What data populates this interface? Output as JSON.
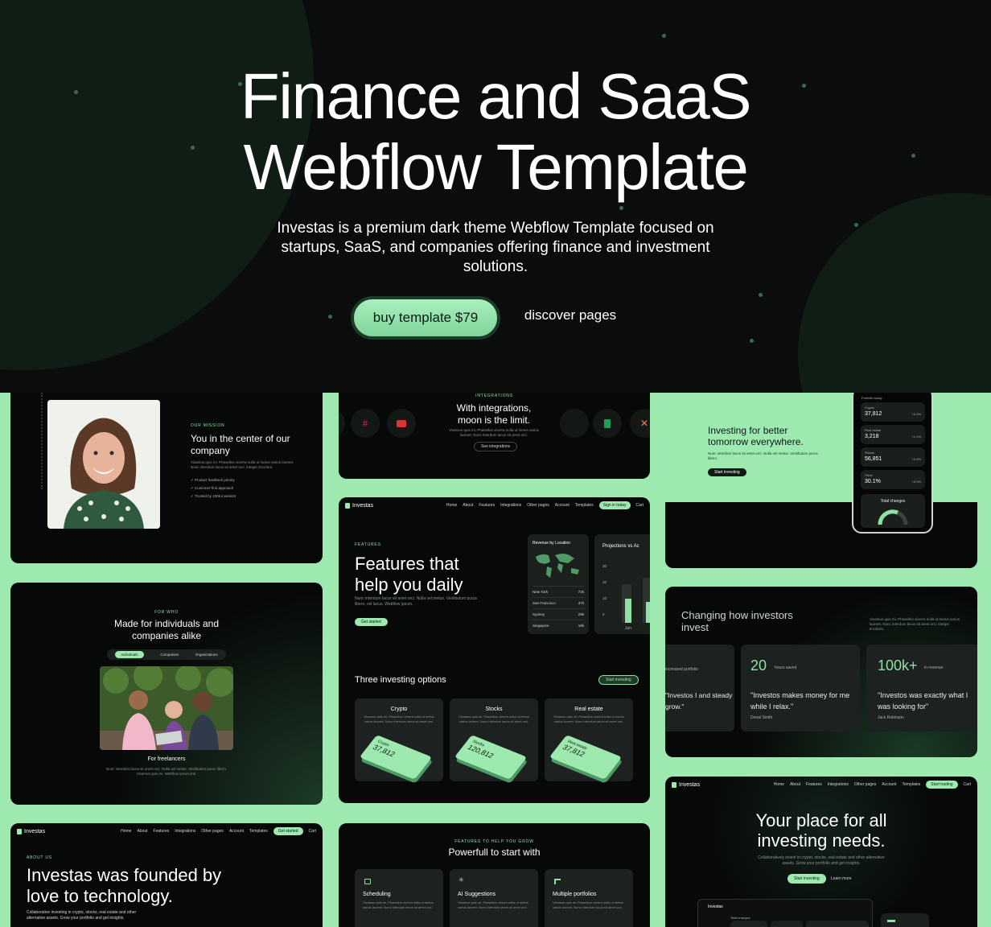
{
  "hero": {
    "title_line1": "Finance and SaaS",
    "title_line2": "Webflow Template",
    "subtitle": "Investas is a premium dark theme Webflow Template focused on startups, SaaS, and companies offering finance and investment solutions.",
    "buy_button": "buy template $79",
    "discover_link": "discover pages"
  },
  "card_company": {
    "eyebrow": "OUR MISSION",
    "title": "You in the center of our company",
    "body": "Vivamus quis mi. Phasellus viverra nulla ut metus varius laoreet. Nunc interdum lacus sit amet orci. Integer tincidunt.",
    "checks": [
      "Product feedback priority",
      "Customer-first approach",
      "Trusted by 100k investors"
    ]
  },
  "card_integrations": {
    "eyebrow": "INTEGRATIONS",
    "title": "With integrations, moon is the limit.",
    "body": "Vivamus quis mi. Phasellus viverra nulla ut metus varius laoreet. Nunc interdum lacus sit amet orci.",
    "button": "See integrations"
  },
  "card_investing": {
    "title": "Investing for better tomorrow everywhere.",
    "body": "Nunc interdum lacus sit amet orci. Nulla vel metus. Vestibulum purus libero.",
    "button": "Start investing",
    "phone": {
      "header": "Portfolio today",
      "rows": [
        {
          "label": "Crypto",
          "value": "37,812",
          "delta": "+2.4%"
        },
        {
          "label": "Real estate",
          "value": "3,218",
          "delta": "+1.1%"
        },
        {
          "label": "Stocks",
          "value": "56,851",
          "delta": "+0.8%"
        },
        {
          "label": "Other",
          "value": "30.1%",
          "delta": "+0.3%"
        }
      ],
      "footer": "Total changes"
    }
  },
  "card_features": {
    "nav": {
      "logo": "Investas",
      "links": [
        "Home",
        "About",
        "Features",
        "Integrations",
        "Other pages",
        "Account",
        "Templates"
      ],
      "cta": "Sign in today",
      "cart": "Cart"
    },
    "eyebrow": "FEATURES",
    "title": "Features that help you daily",
    "body": "Nunc interdum lacus sit amet orci. Nulla vel metus. Vestibulum purus libero, vel lacus. Webflow ipsum.",
    "button": "Get started",
    "revenue": {
      "title": "Revenue by Location",
      "rows": [
        [
          "New York",
          "72k"
        ],
        [
          "San Francisco",
          "37k"
        ],
        [
          "Sydney",
          "29k"
        ],
        [
          "Singapore",
          "18k"
        ]
      ]
    },
    "projections": {
      "title": "Projections vs Ac",
      "ticks": [
        "30",
        "20",
        "10",
        "0"
      ],
      "month": "Jun"
    },
    "options_title": "Three investing options",
    "options_button": "Start investing",
    "options": [
      {
        "title": "Crypto",
        "body": "Vivamus quis mi. Phasellus viverra nulla ut metus varius laoreet. Nunc interdum lacus sit amet orci.",
        "chip_label": "Crypto",
        "chip_value": "37,812"
      },
      {
        "title": "Stocks",
        "body": "Vivamus quis mi. Phasellus viverra nulla ut metus varius laoreet. Nunc interdum lacus sit amet orci.",
        "chip_label": "Stocks",
        "chip_value": "120,812"
      },
      {
        "title": "Real estate",
        "body": "Vivamus quis mi. Phasellus viverra nulla ut metus varius laoreet. Nunc interdum lacus sit amet orci.",
        "chip_label": "Real estate",
        "chip_value": "37,812"
      }
    ]
  },
  "card_made_for": {
    "eyebrow": "FOR WHO",
    "title": "Made for individuals and companies alike",
    "tabs": [
      "Individuals",
      "Companies",
      "Organizations"
    ],
    "caption": "For freelancers",
    "body": "Nunc interdum lacus sit amet orci. Nulla vel metus. Vestibulum purus libero. Vivamus quis mi. Webflow ipsum link."
  },
  "card_testimonials": {
    "title": "Changing how investors invest",
    "side_text": "Vivamus quis mi. Phasellus viverra nulla ut metus varius laoreet. Nunc interdum lacus sit amet orci. Integer tincidunt.",
    "stats": [
      {
        "value": "",
        "unit": "increased portfolio",
        "quote": "\"Investos I and steady grow.\"",
        "author": ""
      },
      {
        "value": "20",
        "unit": "hours saved",
        "quote": "\"Investos makes money for me while I relax.\"",
        "author": "Donal Smith"
      },
      {
        "value": "100k+",
        "unit": "in revenue",
        "quote": "\"Investos was exactly what I was looking for\"",
        "author": "Jack Robinson"
      }
    ]
  },
  "card_about": {
    "nav": {
      "logo": "Investas",
      "links": [
        "Home",
        "About",
        "Features",
        "Integrations",
        "Other pages",
        "Account",
        "Templates"
      ],
      "cta": "Get started",
      "cart": "Cart"
    },
    "eyebrow": "ABOUT US",
    "title": "Investas was founded by love to technology.",
    "body": "Collaborative investing in crypto, stocks, real estate and other alternative assets. Grow your portfolio and get insights."
  },
  "card_powerful": {
    "eyebrow": "FEATURES TO HELP YOU GROW",
    "title": "Powerfull to start with",
    "items": [
      {
        "title": "Scheduling",
        "body": "Vivamus quis mi. Phasellus viverra nulla ut metus varius laoreet. Nunc interdum lacus sit amet orci."
      },
      {
        "title": "AI Suggestions",
        "body": "Vivamus quis mi. Phasellus viverra nulla ut metus varius laoreet. Nunc interdum lacus sit amet orci."
      },
      {
        "title": "Multiple portfolios",
        "body": "Vivamus quis mi. Phasellus viverra nulla ut metus varius laoreet. Nunc interdum lacus sit amet orci."
      }
    ]
  },
  "card_place": {
    "nav": {
      "logo": "Investas",
      "links": [
        "Home",
        "About",
        "Features",
        "Integrations",
        "Other pages",
        "Account",
        "Templates"
      ],
      "cta": "Start trading",
      "cart": "Cart"
    },
    "title": "Your place for all investing needs.",
    "body": "Collaboratively invest in crypto, stocks, real estate and other alternative assets. Grow your portfolio and get insights.",
    "primary": "Start investing",
    "secondary": "Learn more",
    "app_logo": "Investas",
    "app_label": "Total changes"
  }
}
